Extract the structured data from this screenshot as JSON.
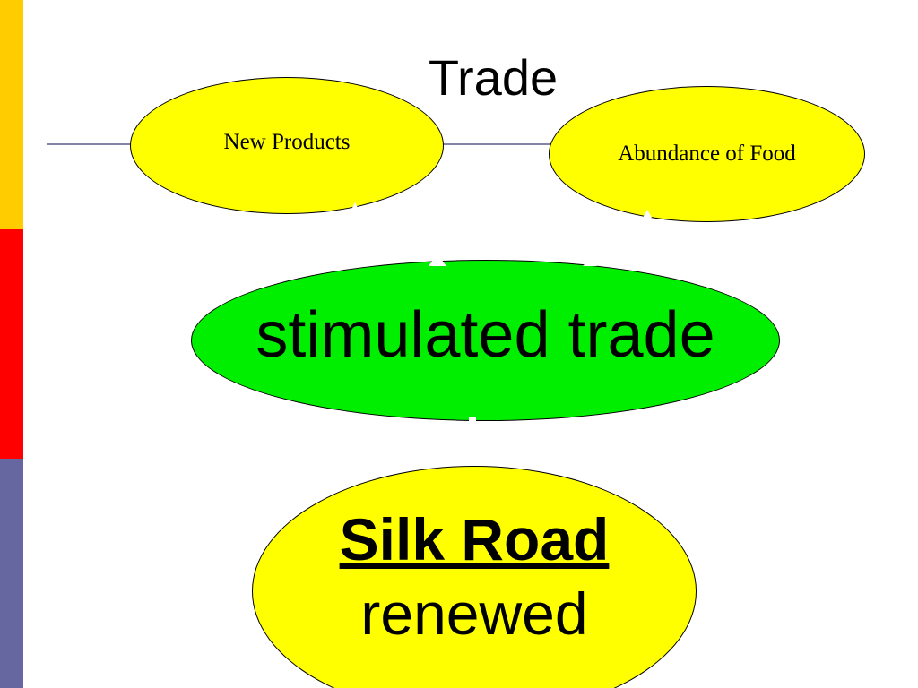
{
  "title": "Trade",
  "colors": {
    "side_bar": [
      "#FFCC00",
      "#FF0000",
      "#6666A0"
    ],
    "ellipse_yellow": "#FFFF00",
    "ellipse_green": "#00EE00",
    "connector": "#5A5A8C",
    "arrow_tip": "#FFFFFF"
  },
  "nodes": {
    "new_products": "New Products",
    "abundance": "Abundance of Food",
    "stimulated": "stimulated trade",
    "silk_road": {
      "line1": "Silk Road",
      "line2": "renewed"
    }
  }
}
